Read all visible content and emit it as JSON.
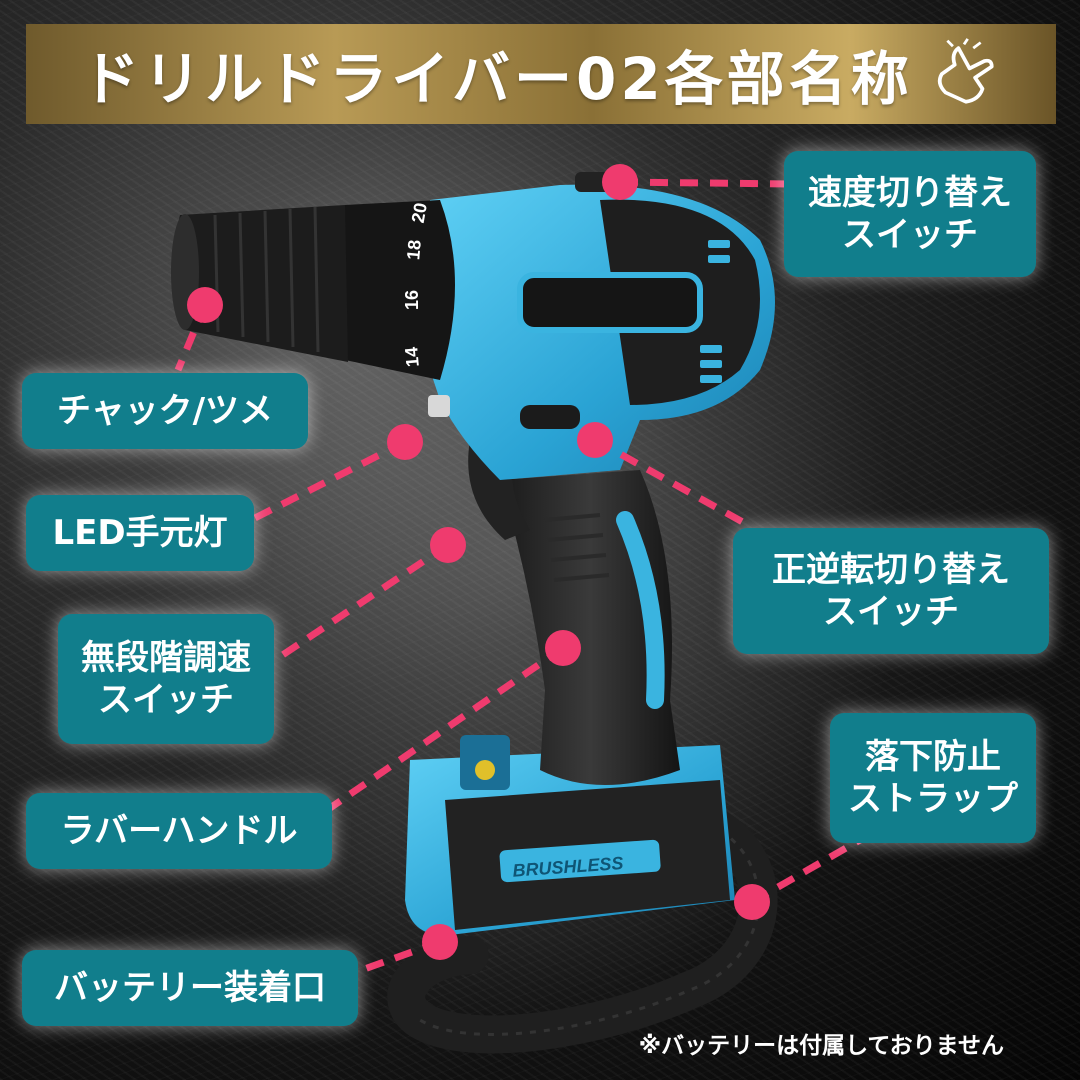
{
  "title": "ドリルドライバー02各部名称",
  "title_icon": "pointing-hand-icon",
  "colors": {
    "label_bg": "#117e8c",
    "leader": "#ef3b6e",
    "title_gold": "#b89a55",
    "drill_blue": "#3ab4e0"
  },
  "drill": {
    "clutch_marks": [
      "20",
      "18",
      "16",
      "14"
    ],
    "badge": "BRUSHLESS"
  },
  "labels": {
    "speed_switch": [
      "速度切り替え",
      "スイッチ"
    ],
    "chuck": [
      "チャック/ツメ"
    ],
    "led_light": [
      "LED手元灯"
    ],
    "reverse_switch": [
      "正逆転切り替え",
      "スイッチ"
    ],
    "variable_trigger": [
      "無段階調速",
      "スイッチ"
    ],
    "drop_strap": [
      "落下防止",
      "ストラップ"
    ],
    "rubber_handle": [
      "ラバーハンドル"
    ],
    "battery_mount": [
      "バッテリー装着口"
    ]
  },
  "note": "※バッテリーは付属しておりません"
}
